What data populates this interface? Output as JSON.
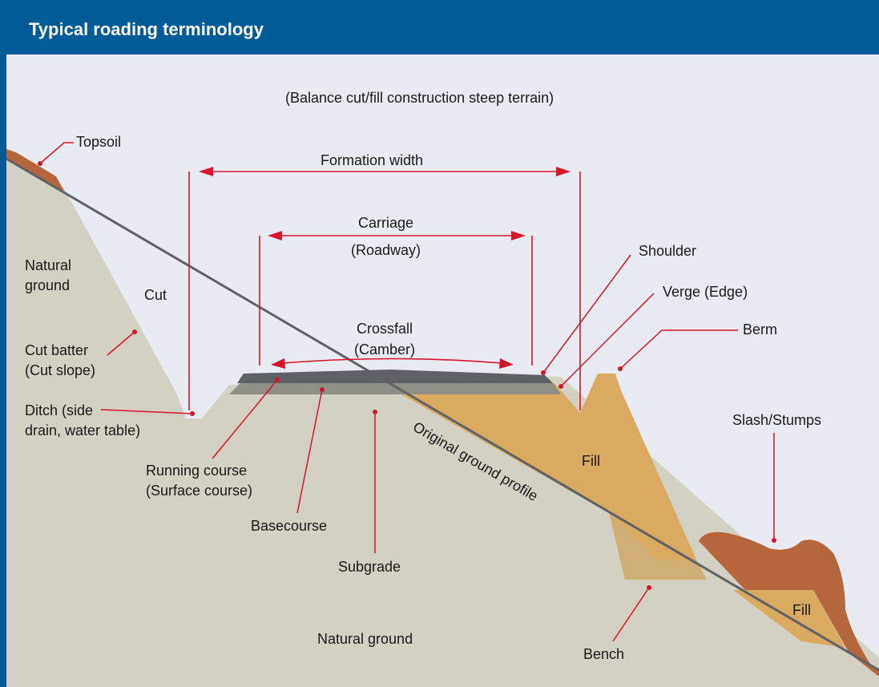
{
  "title": "Typical roading terminology",
  "subtitle": "(Balance cut/fill construction steep terrain)",
  "labels": {
    "topsoil": "Topsoil",
    "natural_ground_top_1": "Natural",
    "natural_ground_top_2": "ground",
    "cut": "Cut",
    "cut_batter_1": "Cut batter",
    "cut_batter_2": "(Cut slope)",
    "ditch_1": "Ditch (side",
    "ditch_2": "drain, water table)",
    "formation_width": "Formation width",
    "carriage": "Carriage",
    "roadway": "(Roadway)",
    "crossfall": "Crossfall",
    "camber": "(Camber)",
    "shoulder": "Shoulder",
    "verge": "Verge (Edge)",
    "berm": "Berm",
    "slash_stumps": "Slash/Stumps",
    "fill_main": "Fill",
    "fill_lower": "Fill",
    "running_course_1": "Running course",
    "running_course_2": "(Surface course)",
    "basecourse": "Basecourse",
    "subgrade": "Subgrade",
    "original_ground_profile": "Original ground profile",
    "natural_ground_bottom": "Natural ground",
    "bench": "Bench"
  },
  "colors": {
    "header": "#005b96",
    "sky": "#e9ebf2",
    "ground": "#d3d1c3",
    "fill": "#d9aa60",
    "bench_fill": "#cfae74",
    "topsoil": "#b5663a",
    "surface": "#5d6064",
    "basecourse": "#8e8f86",
    "accent": "#d7152a"
  }
}
